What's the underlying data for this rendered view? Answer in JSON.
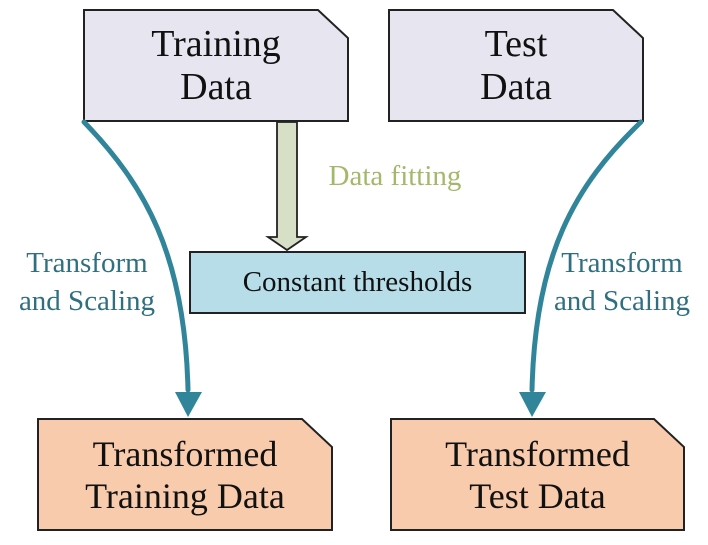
{
  "nodes": {
    "training_data": "Training\nData",
    "test_data": "Test\nData",
    "constant_thresholds": "Constant thresholds",
    "transformed_training": "Transformed\nTraining Data",
    "transformed_test": "Transformed\nTest Data"
  },
  "edges": {
    "data_fitting": "Data fitting",
    "left_transform": "Transform\nand Scaling",
    "right_transform": "Transform\nand Scaling"
  },
  "colors": {
    "document_fill": "#e7e5ef",
    "threshold_fill": "#b6dde8",
    "result_fill": "#f8cbad",
    "curve_arrow": "#31859b",
    "fit_arrow_fill": "#d8dfc7",
    "fit_label": "#a3b86a",
    "side_label": "#2f6f80"
  }
}
